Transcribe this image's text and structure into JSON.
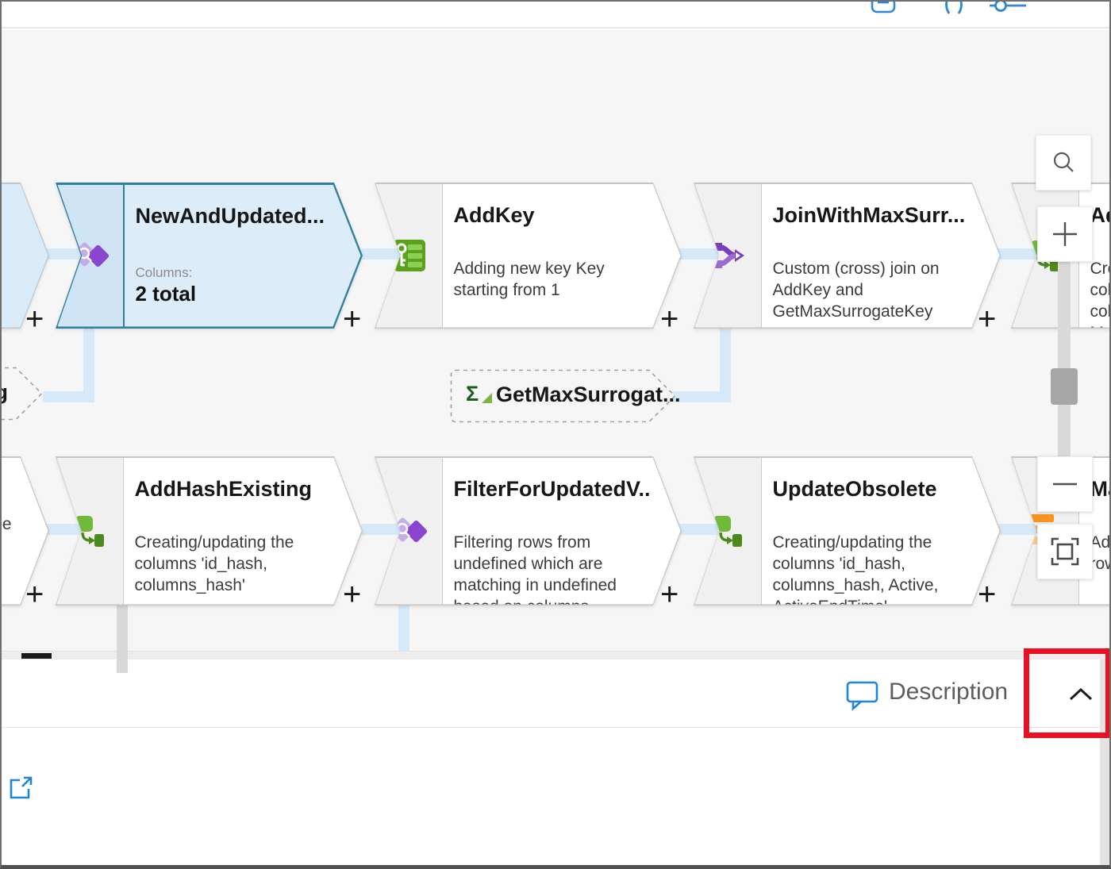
{
  "topbar": {
    "icons": [
      "clone-icon",
      "code-braces-icon",
      "settings-slider-icon"
    ]
  },
  "flow": {
    "plus": "+",
    "row1": [
      {
        "title": "NewAndUpdated...",
        "meta_label": "Columns:",
        "meta_value": "2 total",
        "icon": "exists",
        "state": "selected"
      },
      {
        "title": "AddKey",
        "desc": "Adding new key Key starting from 1",
        "icon": "surrogate-key"
      },
      {
        "title": "JoinWithMaxSurr...",
        "desc": "Custom (cross) join on AddKey and GetMaxSurrogateKey",
        "icon": "join"
      },
      {
        "title": "Ad",
        "desc": "Cre\ncol\ncol\nM",
        "icon": "derived-column"
      }
    ],
    "row2": [
      {
        "title": "AddHashExisting",
        "desc": "Creating/updating the columns 'id_hash, columns_hash'",
        "icon": "derived-column"
      },
      {
        "title": "FilterForUpdatedV...",
        "desc": "Filtering rows from undefined which are matching in undefined based on columns",
        "icon": "exists"
      },
      {
        "title": "UpdateObsolete",
        "desc": "Creating/updating the columns 'id_hash, columns_hash, Active, ActiveEndTime'",
        "icon": "derived-column"
      },
      {
        "title": "Ma",
        "desc": "Ad\nrow",
        "icon": "alter-row"
      }
    ],
    "refs": {
      "mid": {
        "title": "GetMaxSurrogat...",
        "sigma": "Σ"
      },
      "left_fragment": "ng"
    },
    "left_partials": {
      "row2_fragment": "e"
    }
  },
  "zoom_toolbar": {
    "buttons": [
      "search",
      "zoom-in",
      "zoom-out",
      "fit-to-screen"
    ]
  },
  "bottom": {
    "description_label": "Description"
  },
  "colors": {
    "selected_border": "#2f7fa0",
    "selected_fill": "#dcecf8",
    "connector_blue": "#d5e9f8",
    "accent_blue": "#1e87d5",
    "highlight_red": "#e81123"
  }
}
